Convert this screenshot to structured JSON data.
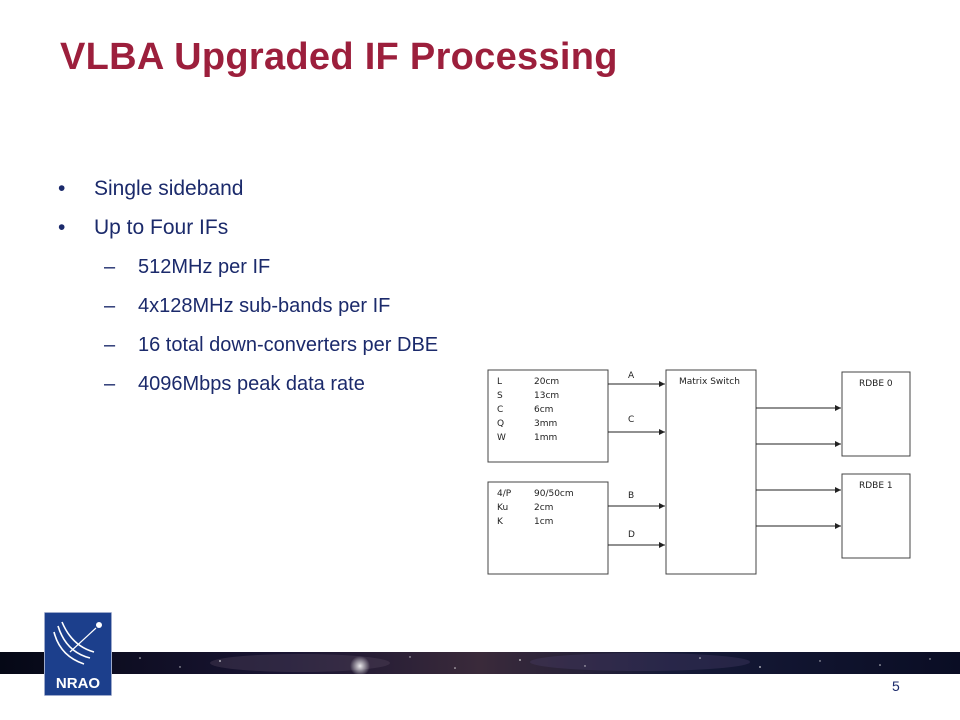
{
  "slide": {
    "title": "VLBA Upgraded IF Processing",
    "page_number": "5",
    "logo_text": "NRAO"
  },
  "bullets": [
    {
      "level": 1,
      "marker": "•",
      "text": "Single sideband"
    },
    {
      "level": 1,
      "marker": "•",
      "text": "Up to Four IFs"
    },
    {
      "level": 2,
      "marker": "–",
      "text": "512MHz per IF"
    },
    {
      "level": 2,
      "marker": "–",
      "text": "4x128MHz sub-bands per IF"
    },
    {
      "level": 2,
      "marker": "–",
      "text": "16 total down-converters per DBE"
    },
    {
      "level": 2,
      "marker": "–",
      "text": "4096Mbps peak data rate"
    }
  ],
  "diagram": {
    "receiver_group_1": [
      {
        "band": "L",
        "wavelength": "20cm"
      },
      {
        "band": "S",
        "wavelength": "13cm"
      },
      {
        "band": "C",
        "wavelength": "6cm"
      },
      {
        "band": "Q",
        "wavelength": "3mm"
      },
      {
        "band": "W",
        "wavelength": "1mm"
      }
    ],
    "receiver_group_2": [
      {
        "band": "4/P",
        "wavelength": "90/50cm"
      },
      {
        "band": "Ku",
        "wavelength": "2cm"
      },
      {
        "band": "K",
        "wavelength": "1cm"
      }
    ],
    "if_labels": {
      "a": "A",
      "c": "C",
      "b": "B",
      "d": "D"
    },
    "matrix_switch_label": "Matrix Switch",
    "rdbe0_label": "RDBE 0",
    "rdbe1_label": "RDBE 1"
  },
  "colors": {
    "title": "#9c1f3c",
    "text": "#1b2a6b",
    "logo_bg": "#1c3f8c"
  }
}
